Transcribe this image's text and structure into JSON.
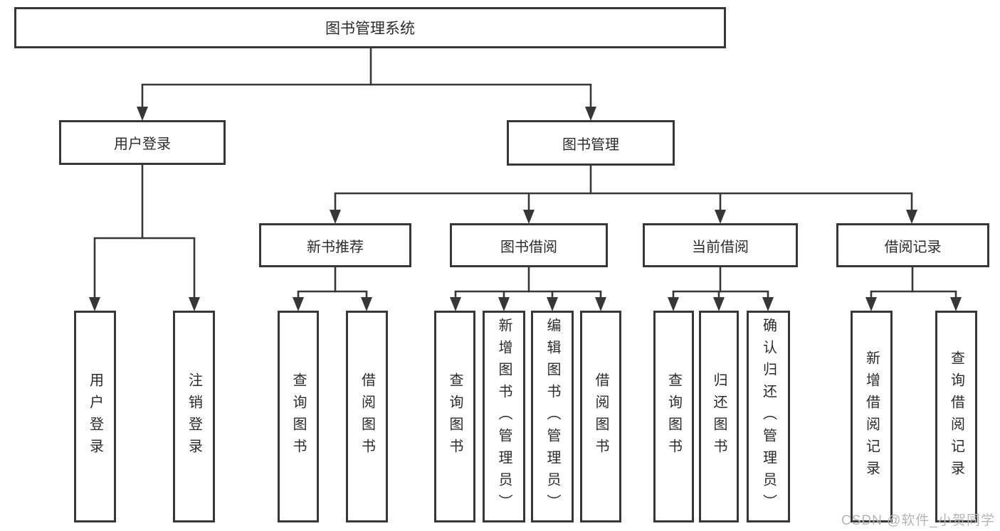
{
  "diagram": {
    "root": {
      "label": "图书管理系统"
    },
    "level2": [
      {
        "id": "user-login",
        "label": "用户登录"
      },
      {
        "id": "book-management",
        "label": "图书管理"
      }
    ],
    "level3": [
      {
        "id": "new-book-recommendation",
        "parent": "book-management",
        "label": "新书推荐"
      },
      {
        "id": "book-borrowing",
        "parent": "book-management",
        "label": "图书借阅"
      },
      {
        "id": "current-borrowing",
        "parent": "book-management",
        "label": "当前借阅"
      },
      {
        "id": "borrowing-records",
        "parent": "book-management",
        "label": "借阅记录"
      }
    ],
    "leaves": [
      {
        "parent": "user-login",
        "label": "用户登录"
      },
      {
        "parent": "user-login",
        "label": "注销登录"
      },
      {
        "parent": "new-book-recommendation",
        "label": "查询图书"
      },
      {
        "parent": "new-book-recommendation",
        "label": "借阅图书"
      },
      {
        "parent": "book-borrowing",
        "label": "查询图书"
      },
      {
        "parent": "book-borrowing",
        "label": "新增图书（管理员）"
      },
      {
        "parent": "book-borrowing",
        "label": "编辑图书（管理员）"
      },
      {
        "parent": "book-borrowing",
        "label": "借阅图书"
      },
      {
        "parent": "current-borrowing",
        "label": "查询图书"
      },
      {
        "parent": "current-borrowing",
        "label": "归还图书"
      },
      {
        "parent": "current-borrowing",
        "label": "确认归还（管理员）"
      },
      {
        "parent": "borrowing-records",
        "label": "新增借阅记录"
      },
      {
        "parent": "borrowing-records",
        "label": "查询借阅记录"
      }
    ],
    "watermark": "CSDN @软件_小贺同学",
    "colors": {
      "line": "#373737",
      "text": "#2b2b2b",
      "watermark": "#b5b5b5",
      "background": "#ffffff"
    }
  }
}
